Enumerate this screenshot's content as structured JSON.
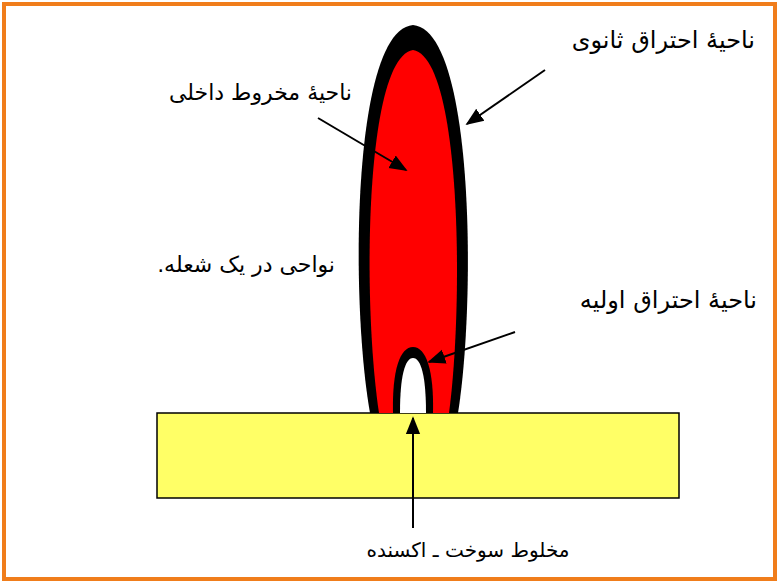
{
  "diagram": {
    "labels": [
      "ناحیهٔ احتراق ثانوی",
      "ناحیهٔ مخروط داخلی",
      "نواحی در یک شعله.",
      "ناحیهٔ احتراق اولیه",
      "مخلوط سوخت ـ اکسنده"
    ]
  }
}
